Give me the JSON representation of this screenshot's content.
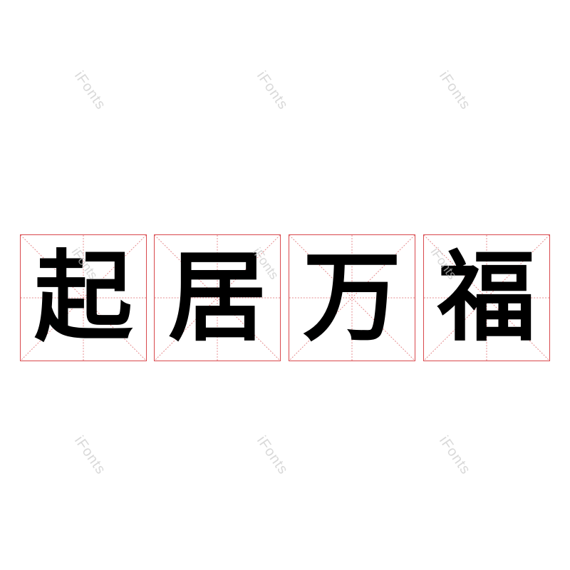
{
  "phrase": {
    "text": "起居万福",
    "characters": [
      "起",
      "居",
      "万",
      "福"
    ]
  },
  "watermark": {
    "text": "iFonts"
  },
  "colors": {
    "grid_border": "#d9484c",
    "grid_guides": "#e58a8c",
    "glyph": "#000000",
    "watermark": "#d9d9d9",
    "background": "#ffffff"
  }
}
